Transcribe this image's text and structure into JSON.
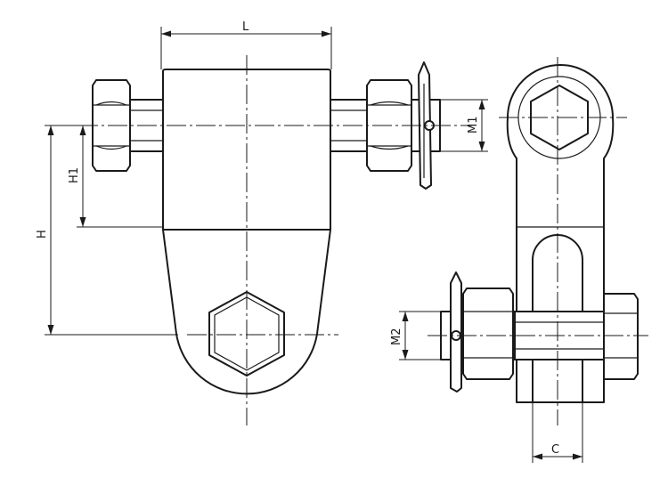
{
  "dimensions": {
    "L": "L",
    "H": "H",
    "H1": "H1",
    "M1": "M1",
    "M2": "M2",
    "C": "C"
  }
}
